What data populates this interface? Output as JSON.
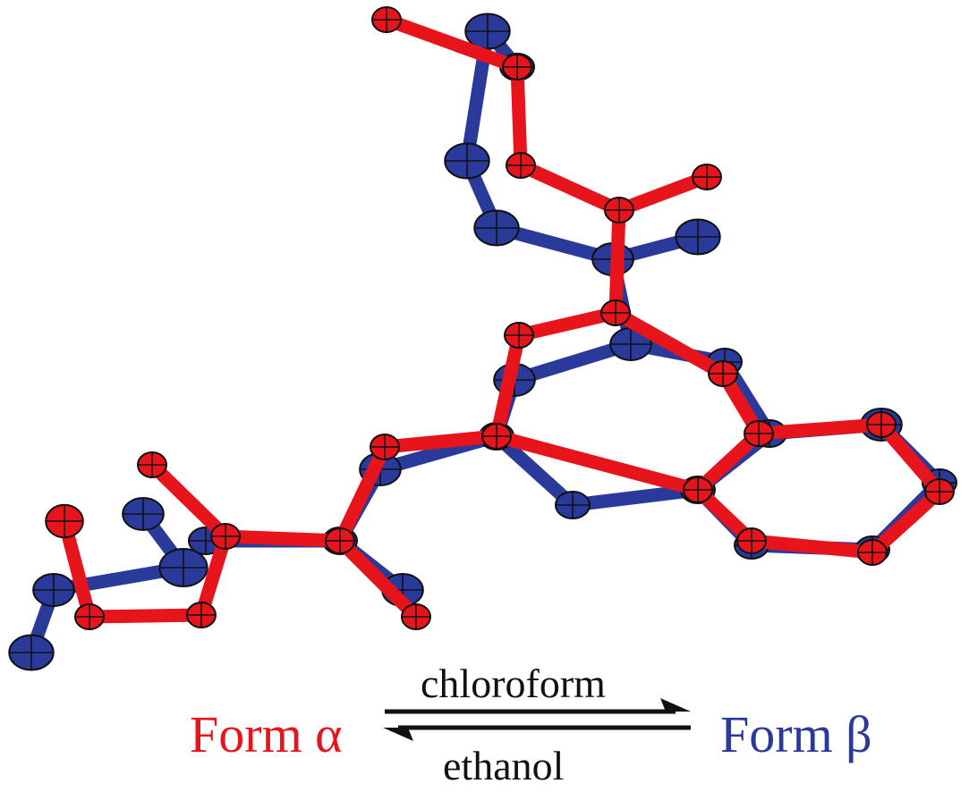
{
  "figure": {
    "form_alpha": {
      "label": "Form α",
      "color": "#e8141c"
    },
    "form_beta": {
      "label": "Form β",
      "color": "#2a3a9a"
    },
    "forward_solvent": "chloroform",
    "reverse_solvent": "ethanol",
    "equilibrium_icon": "equilibrium-arrows-icon"
  }
}
